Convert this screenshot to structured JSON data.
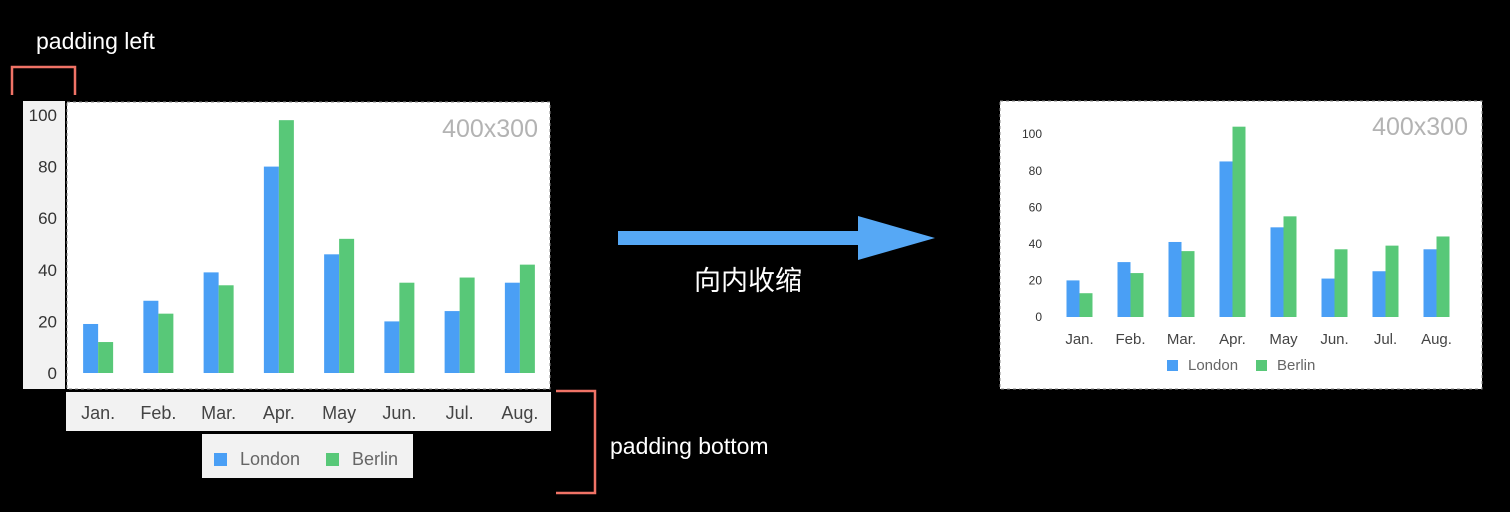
{
  "annotations": {
    "padding_left": "padding left",
    "padding_bottom": "padding bottom",
    "arrow_caption": "向内收缩"
  },
  "colors": {
    "london": "#4a9ff5",
    "berlin": "#58c878",
    "bracket": "#f07366",
    "arrow": "#56a8f5",
    "size_label": "#b3b3b3"
  },
  "size_label": "400x300",
  "chart_data": [
    {
      "type": "bar",
      "categories": [
        "Jan.",
        "Feb.",
        "Mar.",
        "Apr.",
        "May",
        "Jun.",
        "Jul.",
        "Aug."
      ],
      "series": [
        {
          "name": "London",
          "values": [
            19,
            28,
            39,
            80,
            46,
            20,
            24,
            35
          ]
        },
        {
          "name": "Berlin",
          "values": [
            12,
            23,
            34,
            98,
            52,
            35,
            37,
            42
          ]
        }
      ],
      "yticks": [
        "0",
        "20",
        "40",
        "60",
        "80",
        "100"
      ],
      "ylim": [
        0,
        100
      ],
      "legend": "bottom",
      "grid": false
    },
    {
      "type": "bar",
      "categories": [
        "Jan.",
        "Feb.",
        "Mar.",
        "Apr.",
        "May",
        "Jun.",
        "Jul.",
        "Aug."
      ],
      "series": [
        {
          "name": "London",
          "values": [
            20,
            30,
            41,
            85,
            49,
            21,
            25,
            37
          ]
        },
        {
          "name": "Berlin",
          "values": [
            13,
            24,
            36,
            104,
            55,
            37,
            39,
            44
          ]
        }
      ],
      "yticks": [
        "0",
        "20",
        "40",
        "60",
        "80",
        "100"
      ],
      "ylim": [
        0,
        100
      ],
      "legend": "bottom",
      "grid": false
    }
  ]
}
